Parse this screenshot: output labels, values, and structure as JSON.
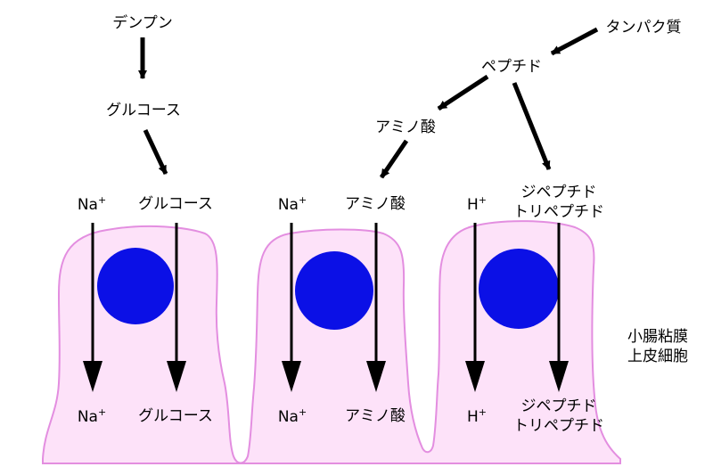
{
  "colors": {
    "cell_fill": "#fde2f9",
    "cell_stroke": "#e38ee0",
    "nucleus": "#0b10e6",
    "arrow": "#000000"
  },
  "digestion": {
    "starch": "デンプン",
    "glucose": "グルコース",
    "protein": "タンパク質",
    "peptide": "ペプチド",
    "amino_acid": "アミノ酸"
  },
  "transport": {
    "glucose_cell": {
      "ion": "Na",
      "ion_charge": "+",
      "substrate": "グルコース"
    },
    "amino_cell": {
      "ion": "Na",
      "ion_charge": "+",
      "substrate": "アミノ酸"
    },
    "peptide_cell": {
      "ion": "H",
      "ion_charge": "+",
      "substrate_line1": "ジペプチド",
      "substrate_line2": "トリペプチド"
    }
  },
  "cell_label": {
    "line1": "小腸粘膜",
    "line2": "上皮細胞"
  }
}
